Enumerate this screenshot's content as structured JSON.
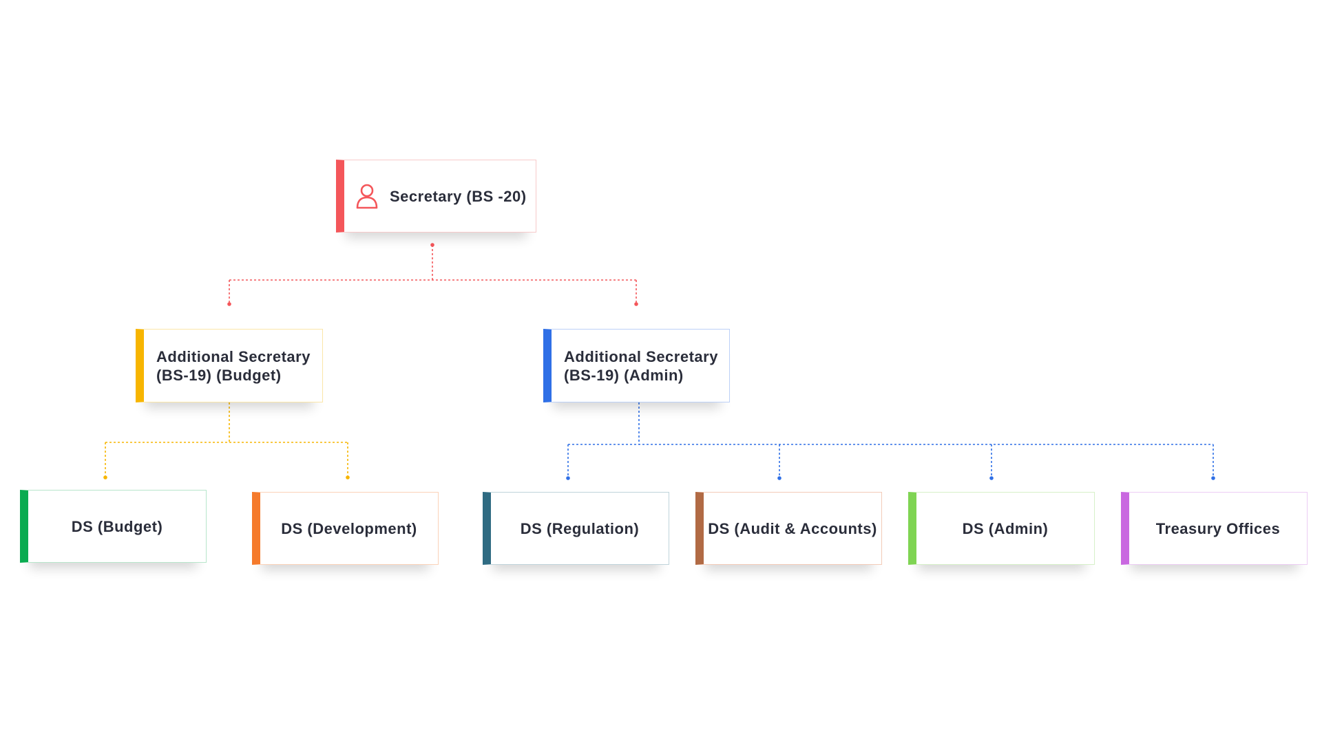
{
  "colors": {
    "root": "#f4565a",
    "budget": "#f7b500",
    "admin": "#2f6fe6",
    "ds_budget": "#0aab50",
    "ds_development": "#f57a2b",
    "ds_regulation": "#2f6b82",
    "ds_audit": "#b16a44",
    "ds_admin": "#7fd453",
    "treasury": "#c968e0"
  },
  "root": {
    "label": "Secretary (BS -20)",
    "icon": "person-icon"
  },
  "level1": [
    {
      "key": "budget",
      "label": "Additional Secretary (BS-19) (Budget)"
    },
    {
      "key": "admin",
      "label": "Additional Secretary (BS-19) (Admin)"
    }
  ],
  "level2": [
    {
      "key": "ds_budget",
      "label": "DS (Budget)"
    },
    {
      "key": "ds_development",
      "label": "DS (Development)"
    },
    {
      "key": "ds_regulation",
      "label": "DS (Regulation)"
    },
    {
      "key": "ds_audit",
      "label": "DS (Audit & Accounts)"
    },
    {
      "key": "ds_admin",
      "label": "DS (Admin)"
    },
    {
      "key": "treasury",
      "label": "Treasury Offices"
    }
  ]
}
